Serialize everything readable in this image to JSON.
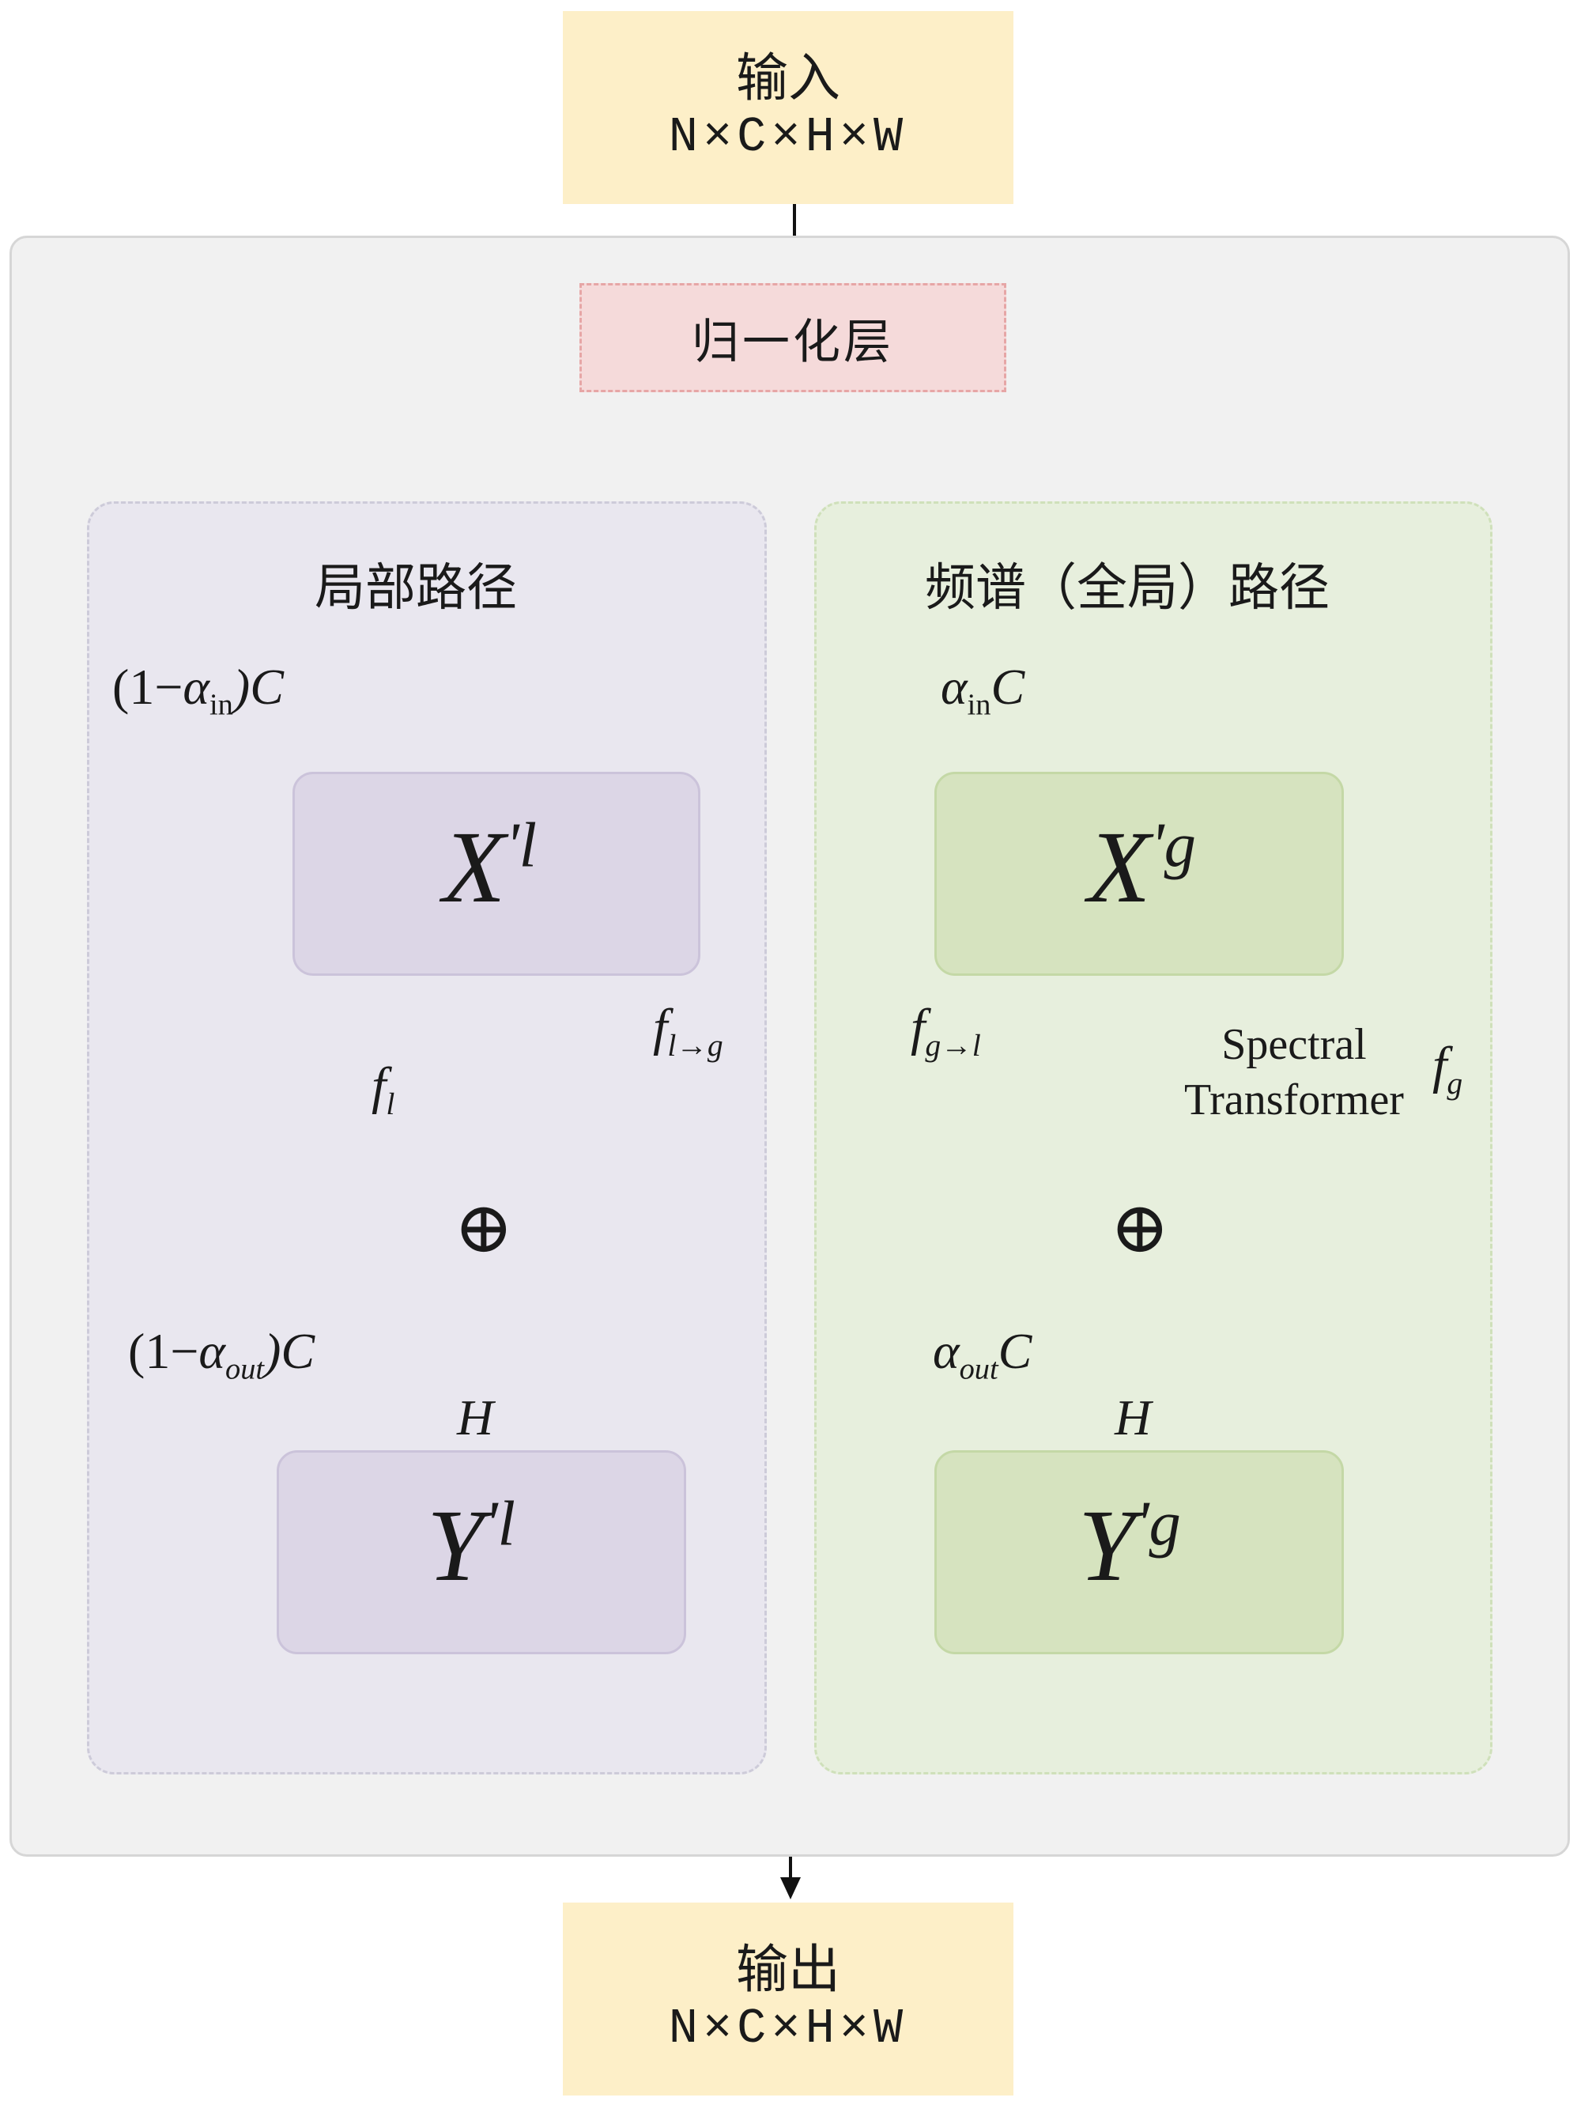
{
  "input": {
    "label": "输入",
    "shape": "N×C×H×W"
  },
  "norm": {
    "label": "归一化层"
  },
  "local": {
    "title": "局部路径",
    "in_ratio_prefix": "(1−",
    "in_ratio_alpha": "α",
    "in_ratio_sub": "in",
    "in_ratio_suffix": ")C",
    "x_main": "X",
    "x_sup": "'l",
    "y_main": "Y",
    "y_sup": "'l",
    "f_self_main": "f",
    "f_self_sub": "l",
    "f_cross_main": "f",
    "f_cross_sub": "l→g",
    "out_ratio_prefix": "(1−",
    "out_ratio_alpha": "α",
    "out_ratio_sub": "out",
    "out_ratio_suffix": ")C",
    "h_label": "H"
  },
  "global": {
    "title": "频谱（全局）路径",
    "in_ratio_alpha": "α",
    "in_ratio_sub": "in",
    "in_ratio_suffix": "C",
    "x_main": "X",
    "x_sup": "'g",
    "y_main": "Y",
    "y_sup": "'g",
    "f_cross_main": "f",
    "f_cross_sub": "g→l",
    "spectral_line1": "Spectral",
    "spectral_line2": "Transformer",
    "f_self_main": "f",
    "f_self_sub": "g",
    "out_ratio_alpha": "α",
    "out_ratio_sub": "out",
    "out_ratio_suffix": "C",
    "h_label": "H"
  },
  "sum_symbol": "⊕",
  "output": {
    "label": "输出",
    "shape": "N×C×H×W"
  },
  "colors": {
    "purple": "#8068a8",
    "green": "#6f9a3c",
    "black": "#111111"
  }
}
